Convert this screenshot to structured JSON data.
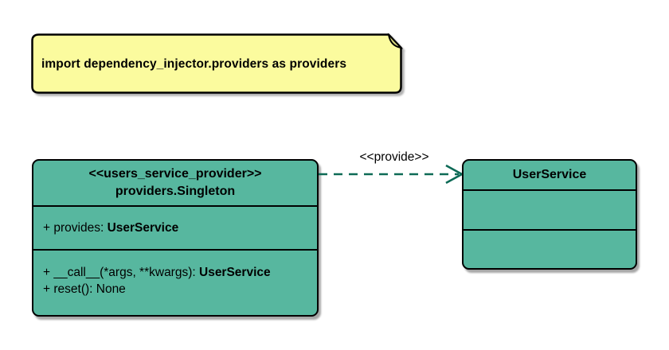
{
  "colors": {
    "class_fill": "#57b79f",
    "note_fill": "#fbfb9e",
    "note_fold": "#dede82",
    "arrow": "#0d6a56",
    "border": "#000000"
  },
  "note": {
    "text": "import dependency_injector.providers as providers"
  },
  "provider_class": {
    "stereotype": "<<users_service_provider>>",
    "name": "providers.Singleton",
    "attribute": {
      "label": "+ provides: ",
      "type": "UserService"
    },
    "method_call": {
      "label": "+ __call__(*args, **kwargs): ",
      "type": "UserService"
    },
    "method_reset": {
      "label": "+ reset(): None"
    }
  },
  "relation": {
    "stereotype": "<<provide>>"
  },
  "service_class": {
    "name": "UserService"
  }
}
